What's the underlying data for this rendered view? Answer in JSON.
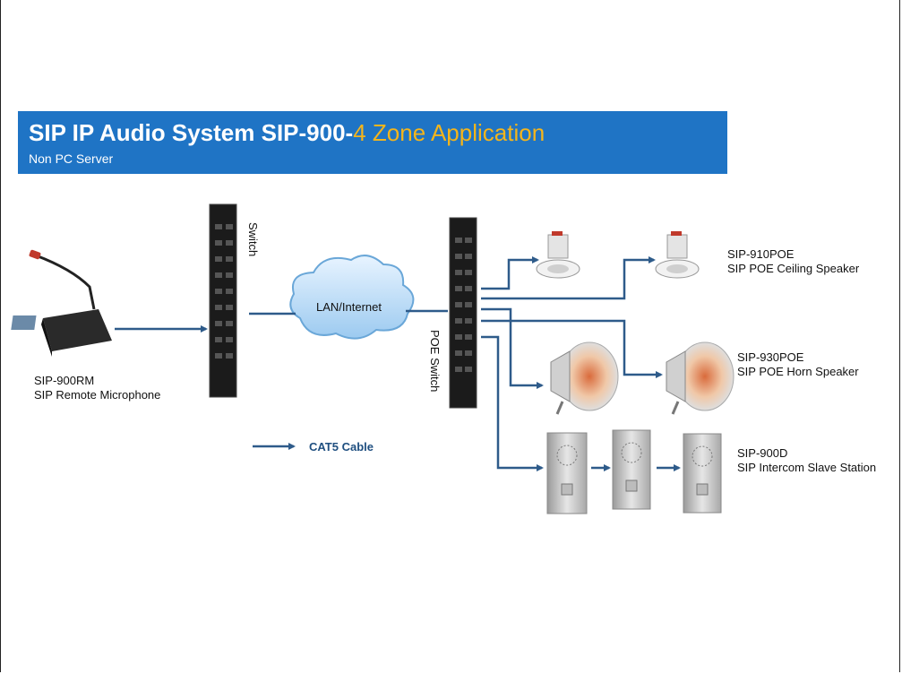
{
  "banner": {
    "title_main": "SIP IP Audio System SIP-900-",
    "title_highlight": "4 Zone Application",
    "subtitle": "Non PC Server"
  },
  "labels": {
    "switch": "Switch",
    "poe_switch": "POE Switch",
    "cloud": "LAN/Internet",
    "mic_model": "SIP-900RM",
    "mic_name": "SIP Remote Microphone",
    "ceiling_model": "SIP-910POE",
    "ceiling_name": "SIP POE Ceiling Speaker",
    "horn_model": "SIP-930POE",
    "horn_name": "SIP POE Horn Speaker",
    "intercom_model": "SIP-900D",
    "intercom_name": "SIP Intercom Slave Station",
    "legend": "CAT5 Cable"
  },
  "colors": {
    "banner": "#1f74c5",
    "highlight": "#f5b51b",
    "cable": "#2e5b8a"
  }
}
